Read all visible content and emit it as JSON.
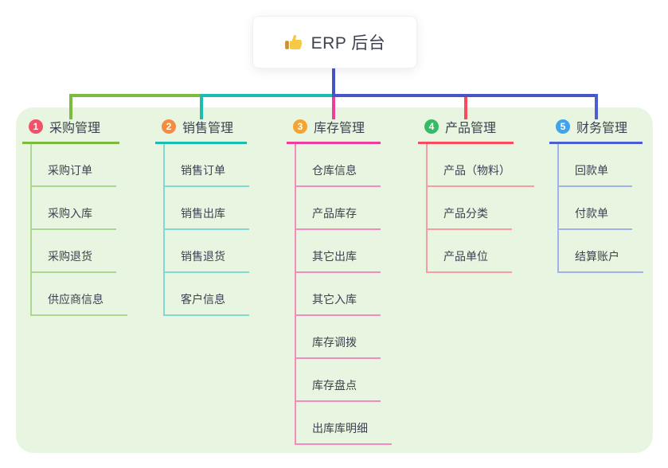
{
  "root": {
    "title": "ERP 后台",
    "icon": "thumbs-up"
  },
  "canvas": {
    "background": "#FFFFFF",
    "panel_color": "#E8F5E1",
    "stem_color": "#4754C8",
    "text_color": "#3C4250"
  },
  "branches": [
    {
      "number": "1",
      "label": "采购管理",
      "badge_color": "#F0516B",
      "line_color": "#7CBB40",
      "child_line_color": "#ABD88E",
      "children": [
        "采购订单",
        "采购入库",
        "采购退货",
        "供应商信息"
      ]
    },
    {
      "number": "2",
      "label": "销售管理",
      "badge_color": "#F68C3F",
      "line_color": "#1CBCB0",
      "child_line_color": "#82D7CE",
      "children": [
        "销售订单",
        "销售出库",
        "销售退货",
        "客户信息"
      ]
    },
    {
      "number": "3",
      "label": "库存管理",
      "badge_color": "#F5A52F",
      "line_color": "#EC3F9C",
      "child_line_color": "#F48BC0",
      "children": [
        "仓库信息",
        "产品库存",
        "其它出库",
        "其它入库",
        "库存调拨",
        "库存盘点",
        "出库库明细"
      ]
    },
    {
      "number": "4",
      "label": "产品管理",
      "badge_color": "#35BB66",
      "line_color": "#FA4B5C",
      "child_line_color": "#F89CA3",
      "children": [
        "产品（物料）",
        "产品分类",
        "产品单位"
      ]
    },
    {
      "number": "5",
      "label": "财务管理",
      "badge_color": "#41A4EA",
      "line_color": "#4A5ED2",
      "child_line_color": "#9FB2EA",
      "children": [
        "回款单",
        "付款单",
        "结算账户"
      ]
    }
  ]
}
